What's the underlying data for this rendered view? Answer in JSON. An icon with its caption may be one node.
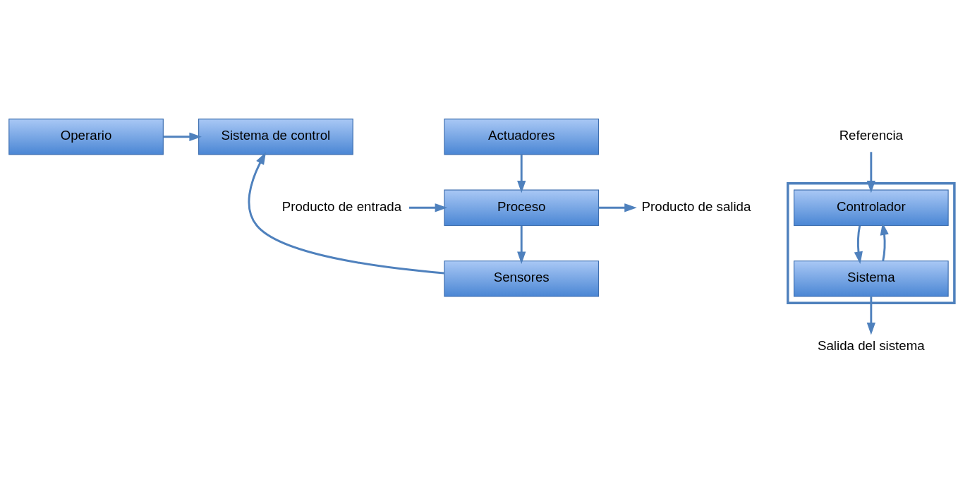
{
  "diagram": {
    "nodes": [
      {
        "text": [
          "Operario"
        ]
      },
      {
        "text": [
          "Sistema de control"
        ]
      },
      {
        "text": [
          "Actuadores"
        ]
      },
      {
        "text": [
          "Producto de entrada"
        ]
      },
      {
        "text": [
          "Proceso"
        ]
      },
      {
        "text": [
          "Producto de salida"
        ]
      },
      {
        "text": [
          "Sensores"
        ]
      },
      {
        "text": [],
        "shape": "box"
      },
      {
        "text": [
          "Referencia"
        ]
      },
      {
        "text": [
          "Controlador"
        ],
        "in": 7
      },
      {
        "text": [
          "Sistema"
        ],
        "in": 7
      },
      {
        "text": [
          "Salida del sistema"
        ]
      }
    ],
    "edges": [
      {
        "from": 0,
        "to": 1,
        "arrow": "to"
      },
      {
        "from": 6,
        "to": 1,
        "arrow": "to"
      },
      {
        "from": 2,
        "to": 4,
        "arrow": "to"
      },
      {
        "from": 3,
        "to": 4,
        "arrow": "to"
      },
      {
        "from": 4,
        "to": 5,
        "arrow": "to"
      },
      {
        "from": 4,
        "to": 6,
        "arrow": "to"
      },
      {
        "from": 8,
        "to": 9,
        "arrow": "to"
      },
      {
        "from": 9,
        "to": 10,
        "arrow": "to"
      },
      {
        "from": 10,
        "to": 11,
        "arrow": "to"
      },
      {
        "from": 10,
        "to": 9,
        "arrow": "to"
      }
    ]
  }
}
